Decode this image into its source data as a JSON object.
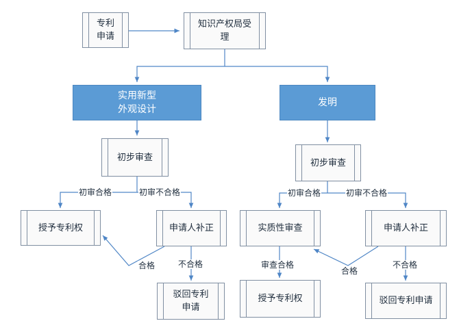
{
  "nodes": {
    "patent_application": "专利申请",
    "ipo_acceptance": "知识产权局受理",
    "utility_design": "实用新型\n外观设计",
    "invention": "发明",
    "prelim_exam_left": "初步审查",
    "prelim_exam_right": "初步审查",
    "grant_left": "授予专利权",
    "correction_left": "申请人补正",
    "reject_left": "驳回专利申请",
    "substantive_exam": "实质性审查",
    "correction_right": "申请人补正",
    "grant_right": "授予专利权",
    "reject_right": "驳回专利申请"
  },
  "edge_labels": {
    "pass_left": "初审合格",
    "fail_left": "初审不合格",
    "ok_left": "合格",
    "notok_left": "不合格",
    "pass_right": "初审合格",
    "fail_right": "初审不合格",
    "exam_pass": "审查合格",
    "ok_right": "合格",
    "notok_right": "不合格"
  },
  "colors": {
    "line": "#4f86c6",
    "highlight_box": "#5b9bd5",
    "box_border": "#7f8ea1"
  }
}
